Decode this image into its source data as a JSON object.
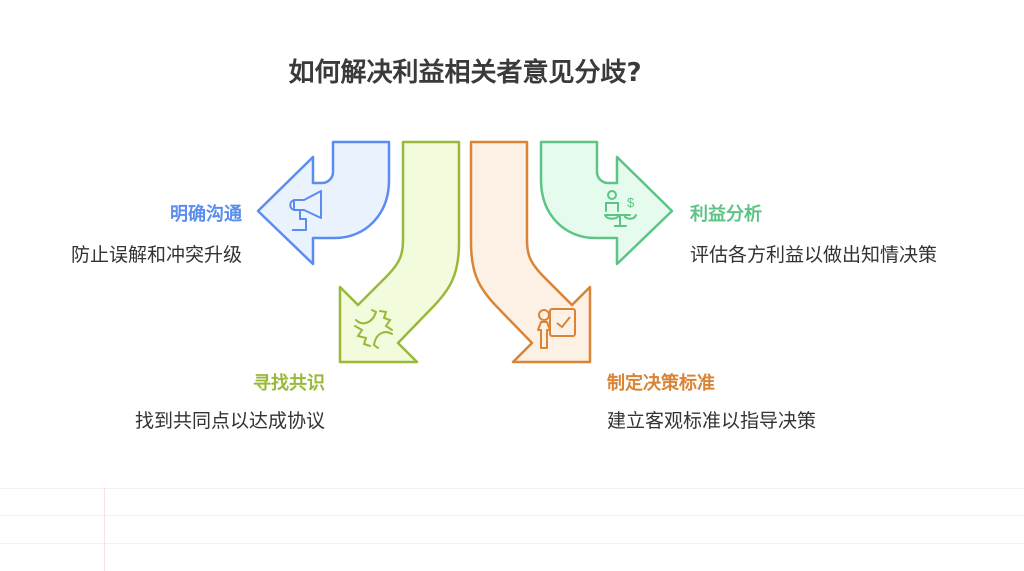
{
  "title": "如何解决利益相关者意见分歧?",
  "items": [
    {
      "label": "明确沟通",
      "description": "防止误解和冲突升级",
      "icon": "megaphone-icon",
      "color": "#5b8def"
    },
    {
      "label": "寻找共识",
      "description": "找到共同点以达成协议",
      "icon": "handshake-icon",
      "color": "#9ab83a"
    },
    {
      "label": "制定决策标准",
      "description": "建立客观标准以指导决策",
      "icon": "presenter-board-icon",
      "color": "#d98436"
    },
    {
      "label": "利益分析",
      "description": "评估各方利益以做出知情决策",
      "icon": "balance-scale-icon",
      "color": "#5ec486"
    }
  ]
}
